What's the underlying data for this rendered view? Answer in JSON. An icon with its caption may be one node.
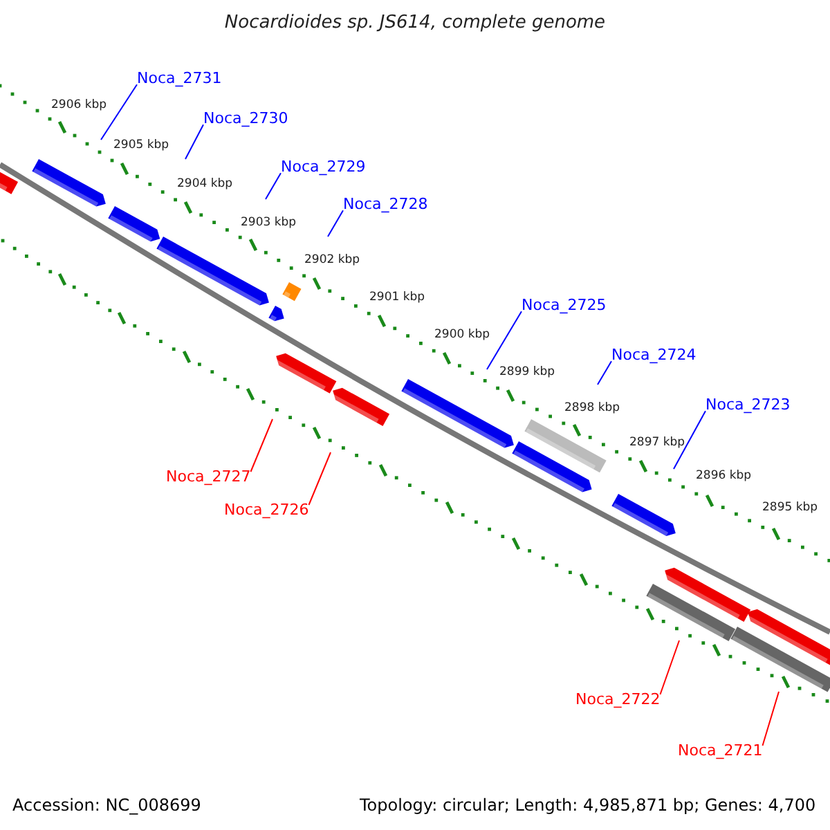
{
  "diagram": {
    "title": "Nocardioides sp. JS614, complete genome",
    "nodes": [
      {
        "text": [
          "Noca_2731"
        ]
      },
      {
        "text": [
          "Noca_2730"
        ]
      },
      {
        "text": [
          "Noca_2729"
        ]
      },
      {
        "text": [
          "Noca_2728"
        ]
      },
      {
        "text": [
          "Noca_2725"
        ]
      },
      {
        "text": [
          "Noca_2724"
        ]
      },
      {
        "text": [
          "Noca_2723"
        ]
      },
      {
        "text": [
          "Noca_2727"
        ]
      },
      {
        "text": [
          "Noca_2726"
        ]
      },
      {
        "text": [
          "Noca_2722"
        ]
      },
      {
        "text": [
          "Noca_2721"
        ]
      }
    ],
    "edges": [
      {
        "from": 0,
        "to": null,
        "arrow": "none"
      },
      {
        "from": 1,
        "to": null,
        "arrow": "none"
      },
      {
        "from": 2,
        "to": null,
        "arrow": "none"
      },
      {
        "from": 3,
        "to": null,
        "arrow": "none"
      },
      {
        "from": 4,
        "to": null,
        "arrow": "none"
      },
      {
        "from": 5,
        "to": null,
        "arrow": "none"
      },
      {
        "from": 6,
        "to": null,
        "arrow": "none"
      },
      {
        "from": 7,
        "to": null,
        "arrow": "none",
        "color": "#ff0000"
      },
      {
        "from": 8,
        "to": null,
        "arrow": "none",
        "color": "#ff0000"
      },
      {
        "from": 9,
        "to": null,
        "arrow": "none",
        "color": "#ff0000"
      },
      {
        "from": 10,
        "to": null,
        "arrow": "none",
        "color": "#ff0000"
      }
    ],
    "labels": [
      "2906 kbp",
      "2905 kbp",
      "2904 kbp",
      "2903 kbp",
      "2902 kbp",
      "2901 kbp",
      "2900 kbp",
      "2899 kbp",
      "2898 kbp",
      "2897 kbp",
      "2896 kbp",
      "2895 kbp",
      "Accession: NC_008699",
      "Topology: circular; Length: 4,985,871 bp; Genes: 4,700"
    ]
  }
}
